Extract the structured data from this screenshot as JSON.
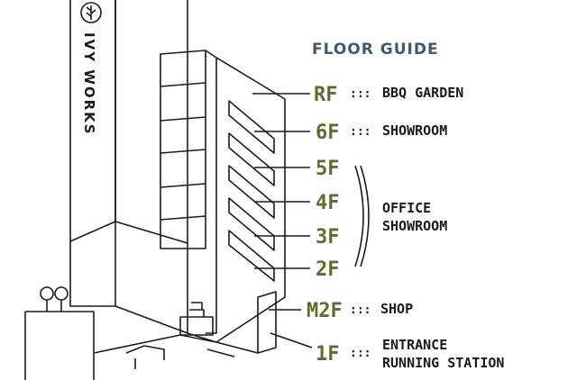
{
  "title": "FLOOR GUIDE",
  "brand": "IVY WORKS",
  "colors": {
    "green": "#5b6f2c",
    "ink": "#1b1b1b",
    "title_blue": "#3f5a6e"
  },
  "floors": [
    {
      "label": "RF",
      "dots": ":::",
      "desc": "BBQ GARDEN"
    },
    {
      "label": "6F",
      "dots": ":::",
      "desc": "SHOWROOM"
    },
    {
      "label": "5F"
    },
    {
      "label": "4F"
    },
    {
      "label": "3F"
    },
    {
      "label": "2F"
    },
    {
      "label": "M2F",
      "dots": ":::",
      "desc": "SHOP"
    },
    {
      "label": "1F",
      "dots": ":::",
      "desc": "ENTRANCE",
      "desc2": "RUNNING STATION"
    }
  ],
  "group": {
    "line1": "OFFICE",
    "line2": "SHOWROOM"
  }
}
